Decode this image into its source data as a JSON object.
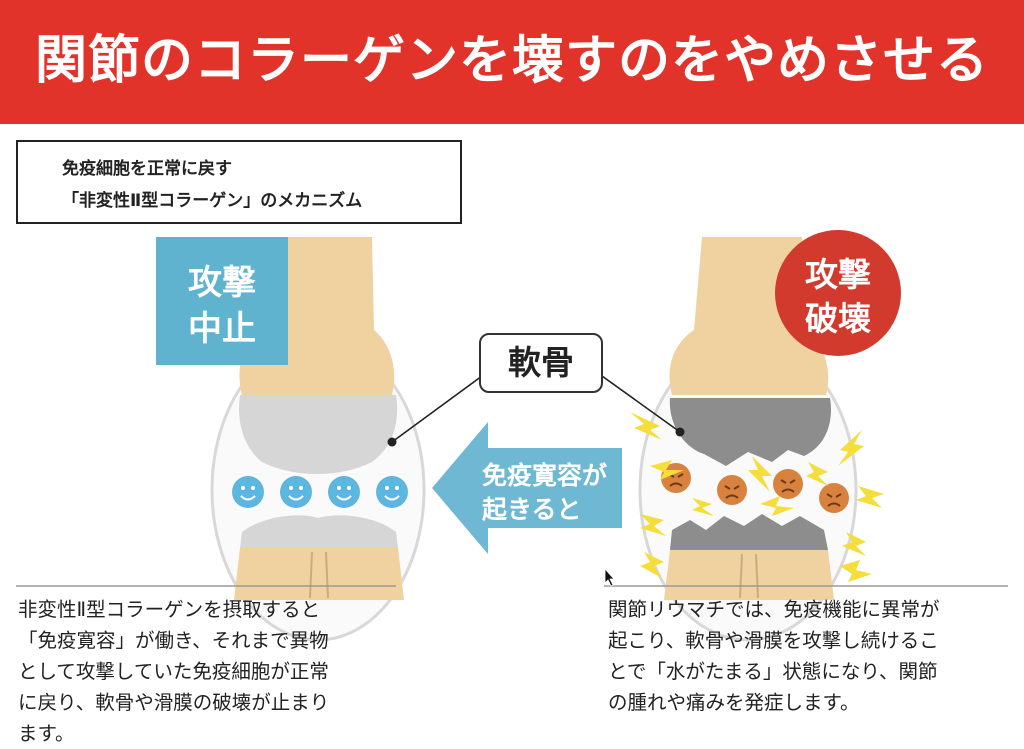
{
  "header": {
    "title": "関節のコラーゲンを壊すのをやめさせる"
  },
  "mechanism_box": {
    "line1": "免疫細胞を正常に戻す",
    "line2": "「非変性Ⅱ型コラーゲン」のメカニズム"
  },
  "left_joint": {
    "badge_line1": "攻撃",
    "badge_line2": "中止"
  },
  "right_joint": {
    "badge_line1": "攻撃",
    "badge_line2": "破壊"
  },
  "cartilage_label": "軟骨",
  "arrow": {
    "line1": "免疫寛容が",
    "line2": "起きると"
  },
  "left_description": {
    "lines": [
      "非変性Ⅱ型コラーゲンを摂取すると",
      "「免疫寛容」が働き、それまで異物",
      "として攻撃していた免疫細胞が正常",
      "に戻り、軟骨や滑膜の破壊が止まり",
      "ます。"
    ]
  },
  "right_description": {
    "lines": [
      "関節リウマチでは、免疫機能に異常が",
      "起こり、軟骨や滑膜を攻撃し続けるこ",
      "とで「水がたまる」状態になり、関節",
      "の腫れや痛みを発症します。"
    ]
  },
  "colors": {
    "banner": "#e2332b",
    "stop_badge": "#5fb3cf",
    "destroy_badge": "#d23a2e",
    "bone": "#f0d1a0",
    "healthy_cartilage": "#d6d6d6",
    "damaged_cartilage": "#8d8d8d",
    "arrow": "#6fb8d3",
    "happy_cell": "#5cb6df",
    "angry_cell": "#d9823f",
    "spark": "#f5dd3a"
  }
}
